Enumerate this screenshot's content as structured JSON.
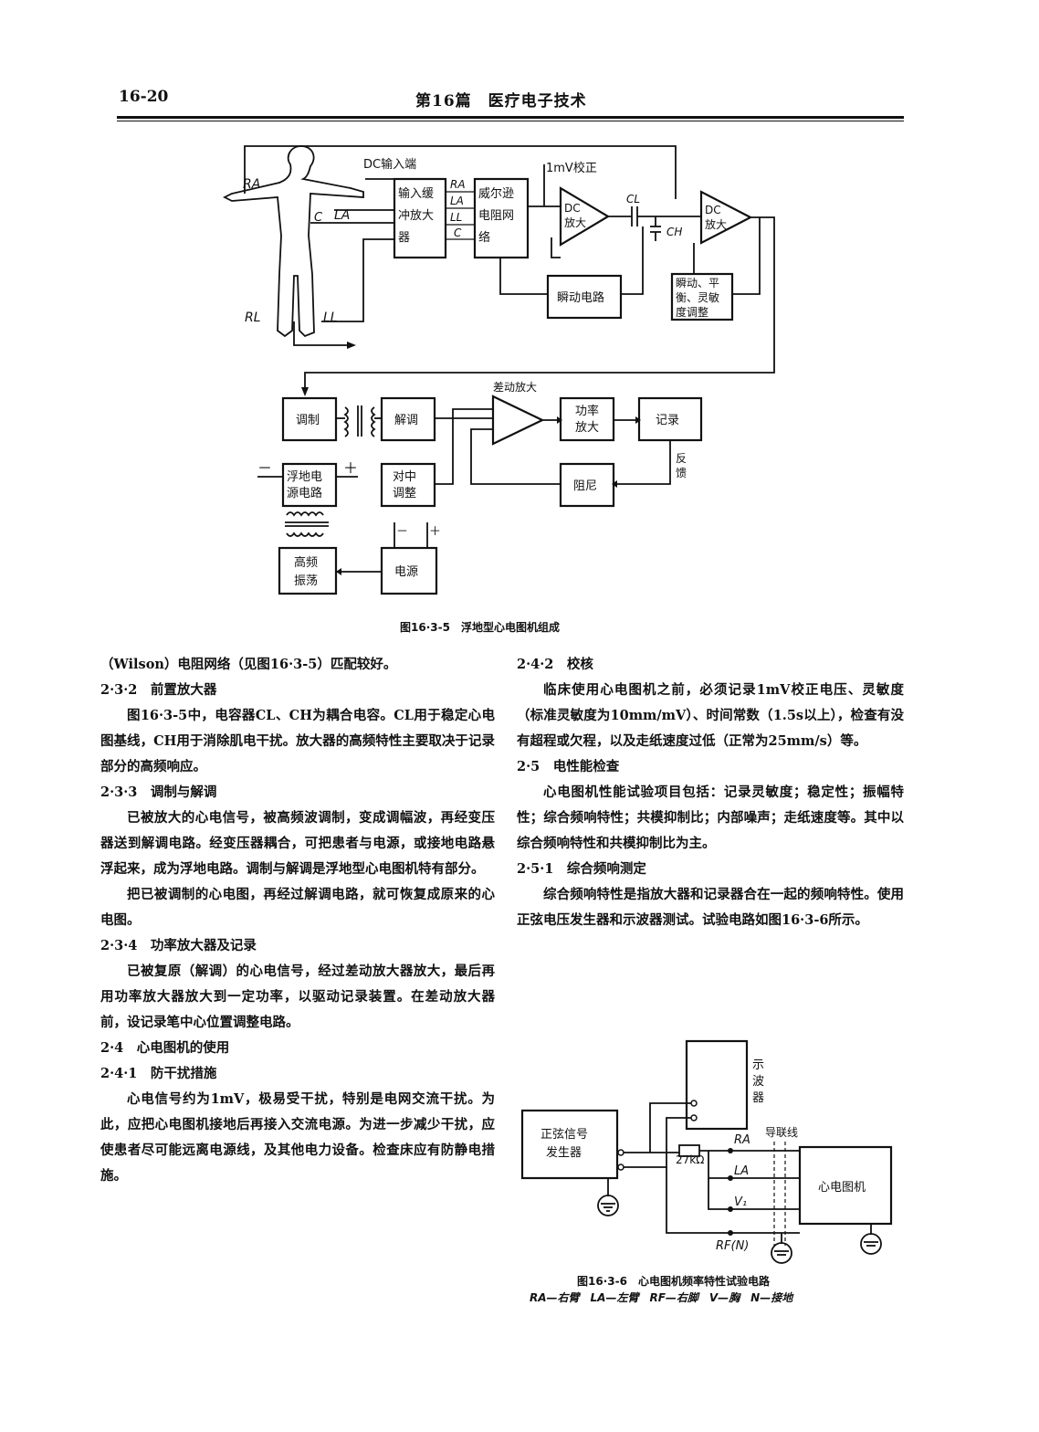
{
  "header": {
    "page_number": "16-20",
    "section_title": "第16篇　医疗电子技术"
  },
  "figure_1": {
    "caption": "图16·3-5　浮地型心电图机组成",
    "labels": {
      "ra": "RA",
      "la": "LA",
      "c": "C",
      "rl": "RL",
      "ll": "LL",
      "dc_input": "DC输入端",
      "cal_1mv": "1mV校正",
      "buffer_1": "输入缓",
      "buffer_2": "冲放大",
      "buffer_3": "器",
      "wilson_1": "威尔逊",
      "wilson_2": "电阻网",
      "wilson_3": "络",
      "port_ra": "RA",
      "port_la": "LA",
      "port_ll": "LL",
      "port_c": "C",
      "dc_amp_1": "DC",
      "dc_amp_1b": "放大",
      "dc_amp_2": "DC",
      "dc_amp_2b": "放大",
      "cl": "CL",
      "ch": "CH",
      "transient": "瞬动电路",
      "adj_1": "瞬动、平",
      "adj_2": "衡、灵敏",
      "adj_3": "度调整",
      "diff_amp": "差动放大",
      "modulate": "调制",
      "demodulate": "解调",
      "power_amp_1": "功率",
      "power_amp_2": "放大",
      "record": "记录",
      "feedback_1": "反",
      "feedback_2": "馈",
      "damping": "阻尼",
      "center_1": "对中",
      "center_2": "调整",
      "float_1": "浮地电",
      "float_2": "源电路",
      "osc_1": "高频",
      "osc_2": "振荡",
      "power": "电源",
      "minus": "－",
      "plus": "＋"
    }
  },
  "left_column": [
    {
      "type": "text",
      "text": "（Wilson）电阻网络（见图16·3-5）匹配较好。"
    },
    {
      "type": "heading",
      "text": "2·3·2　前置放大器"
    },
    {
      "type": "para",
      "text": "图16·3-5中，电容器CL、CH为耦合电容。CL用于稳定心电图基线，CH用于消除肌电干扰。放大器的高频特性主要取决于记录部分的高频响应。"
    },
    {
      "type": "heading",
      "text": "2·3·3　调制与解调"
    },
    {
      "type": "para",
      "text": "已被放大的心电信号，被高频波调制，变成调幅波，再经变压器送到解调电路。经变压器耦合，可把患者与电源，或接地电路悬浮起来，成为浮地电路。调制与解调是浮地型心电图机特有部分。"
    },
    {
      "type": "para",
      "text": "把已被调制的心电图，再经过解调电路，就可恢复成原来的心电图。"
    },
    {
      "type": "heading",
      "text": "2·3·4　功率放大器及记录"
    },
    {
      "type": "para",
      "text": "已被复原（解调）的心电信号，经过差动放大器放大，最后再用功率放大器放大到一定功率，以驱动记录装置。在差动放大器前，设记录笔中心位置调整电路。"
    },
    {
      "type": "heading",
      "text": "2·4　心电图机的使用"
    },
    {
      "type": "heading",
      "text": "2·4·1　防干扰措施"
    },
    {
      "type": "para",
      "text": "心电信号约为1mV，极易受干扰，特别是电网交流干扰。为此，应把心电图机接地后再接入交流电源。为进一步减少干扰，应使患者尽可能远离电源线，及其他电力设备。检查床应有防静电措施。"
    }
  ],
  "right_column": [
    {
      "type": "heading",
      "text": "2·4·2　校核"
    },
    {
      "type": "para",
      "text": "临床使用心电图机之前，必须记录1mV校正电压、灵敏度（标准灵敏度为10mm/mV）、时间常数（1.5s以上），检查有没有超程或欠程，以及走纸速度过低（正常为25mm/s）等。"
    },
    {
      "type": "heading",
      "text": "2·5　电性能检查"
    },
    {
      "type": "para",
      "text": "心电图机性能试验项目包括：记录灵敏度；稳定性；振幅特性；综合频响特性；共模抑制比；内部噪声；走纸速度等。其中以综合频响特性和共模抑制比为主。"
    },
    {
      "type": "heading",
      "text": "2·5·1　综合频响测定"
    },
    {
      "type": "para",
      "text": "综合频响特性是指放大器和记录器合在一起的频响特性。使用正弦电压发生器和示波器测试。试验电路如图16·3-6所示。"
    }
  ],
  "figure_2": {
    "caption": "图16·3-6　心电图机频率特性试验电路",
    "legend": "RA—右臂　LA—左臂　RF—右脚　V—胸　N—接地",
    "labels": {
      "osc_1": "示",
      "osc_2": "波",
      "osc_3": "器",
      "gen_1": "正弦信号",
      "gen_2": "发生器",
      "resistor": "27kΩ",
      "ra": "RA",
      "la": "LA",
      "v": "V₁",
      "rf": "RF(N)",
      "lead": "导联线",
      "ecg": "心电图机"
    }
  }
}
